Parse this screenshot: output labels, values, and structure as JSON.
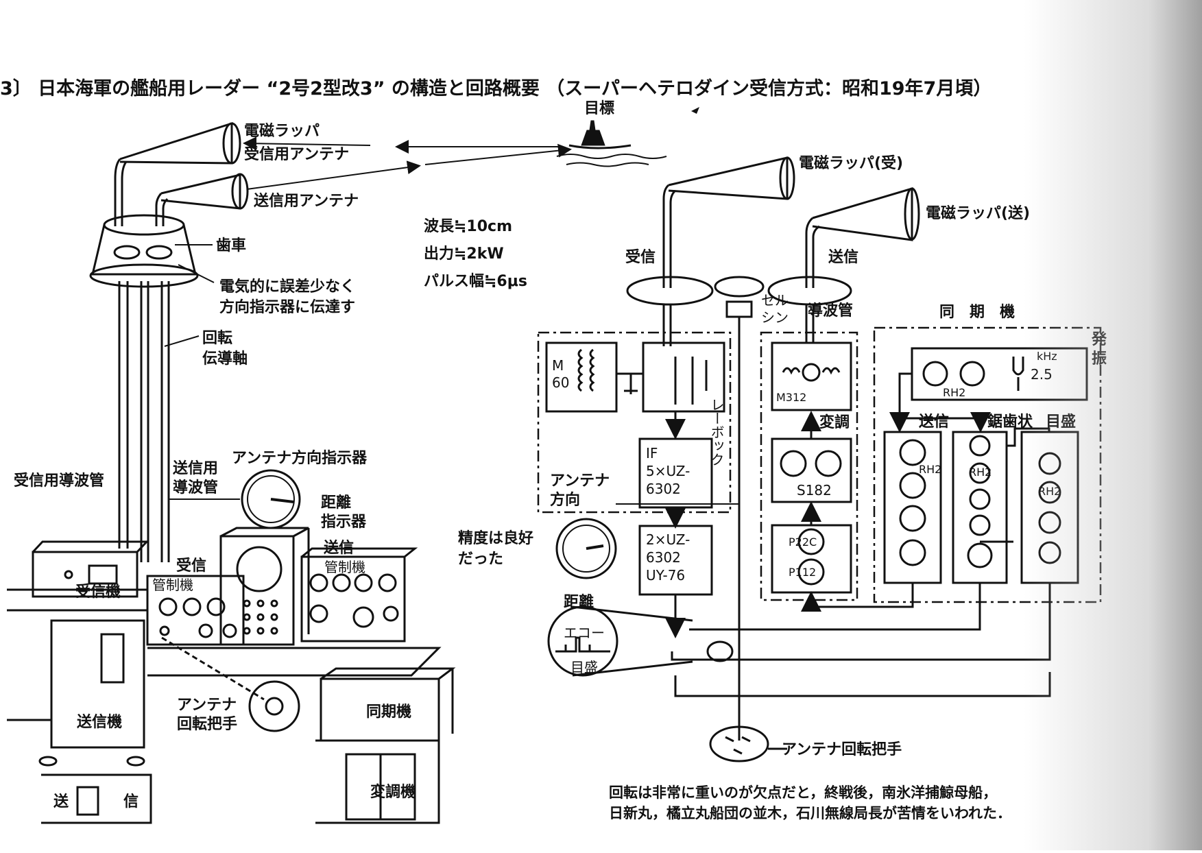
{
  "title": "3〕 日本海軍の艦船用レーダー “2号2型改3” の構造と回路概要 （スーパーヘテロダイン受信方式：昭和19年7月頃）",
  "target_label": "目標",
  "left": {
    "horn_label": "電磁ラッパ",
    "rx_antenna": "受信用アンテナ",
    "tx_antenna": "送信用アンテナ",
    "gear": "歯車",
    "electric_note_1": "電気的に誤差少なく",
    "electric_note_2": "方向指示器に伝達す",
    "shaft_1": "回転",
    "shaft_2": "伝導軸",
    "rx_waveguide": "受信用導波管",
    "tx_waveguide_1": "送信用",
    "tx_waveguide_2": "導波管",
    "antenna_dir_indicator": "アンテナ方向指示器",
    "range_indicator_1": "距離",
    "range_indicator_2": "指示器",
    "rx_control_1": "受信",
    "rx_control_2": "管制機",
    "tx_control_1": "送信",
    "tx_control_2": "管制機",
    "receiver": "受信機",
    "transmitter": "送信機",
    "handwheel_1": "アンテナ",
    "handwheel_2": "回転把手",
    "sync": "同期機",
    "modulator": "変調機",
    "bottom_tx_1": "送",
    "bottom_tx_2": "信"
  },
  "specs": [
    "波長≒10cm",
    "出力≒2kW",
    "パルス幅≒6μs"
  ],
  "right": {
    "horn_rx": "電磁ラッパ(受)",
    "horn_tx": "電磁ラッパ(送)",
    "rx": "受信",
    "tx": "送信",
    "selsyn_1": "セル",
    "selsyn_2": "シン",
    "waveguide": "導波管",
    "sync_label": "同　期　機",
    "osc_1": "発",
    "osc_2": "振",
    "khz": "kHz",
    "khz_val": "2.5",
    "rh2": "RH2",
    "m60_1": "M",
    "m60_2": "60",
    "lebok": "レーボック",
    "if_1": "IF",
    "if_2": "5×UZ-",
    "if_3": "6302",
    "vid_1": "2×UZ-",
    "vid_2": "6302",
    "vid_3": "UY-76",
    "m312": "M312",
    "modulation": "変調",
    "s182": "S182",
    "p22c": "P22C",
    "p112": "P112",
    "sync_tx": "送信",
    "sawtooth": "鋸歯状",
    "scale_mark": "目盛",
    "antenna_dir_1": "アンテナ",
    "antenna_dir_2": "方向",
    "accuracy_1": "精度は良好",
    "accuracy_2": "だった",
    "range": "距離",
    "echo": "エコー",
    "scale": "目盛",
    "handwheel": "アンテナ回転把手"
  },
  "note_1": "回転は非常に重いのが欠点だと，終戦後，南氷洋捕鯨母船，",
  "note_2": "日新丸，橘立丸船団の並木，石川無線局長が苦情をいわれた．"
}
